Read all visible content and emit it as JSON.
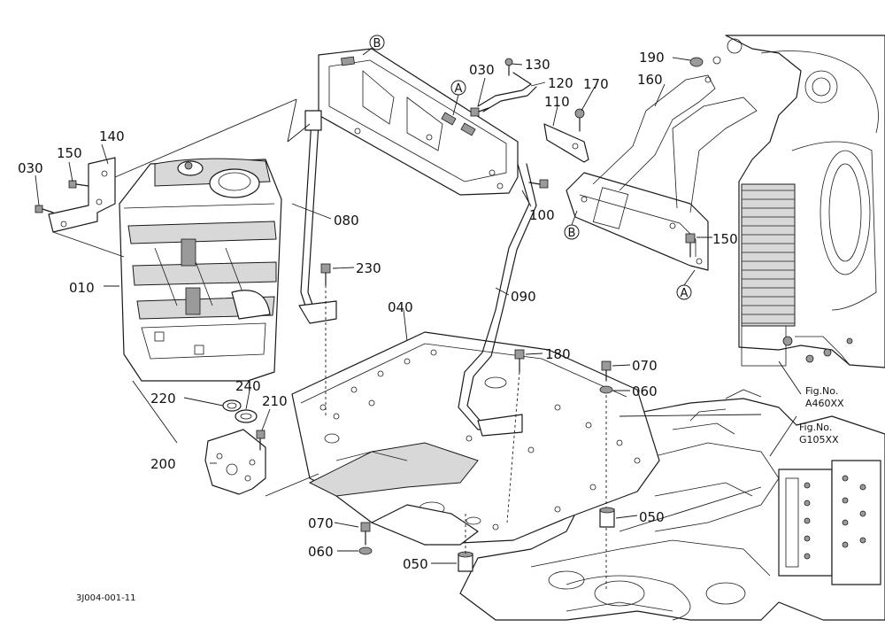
{
  "diagram_code": "3J004-001-11",
  "reference_markers": [
    "A",
    "B"
  ],
  "figure_references": [
    {
      "line1": "Fig.No.",
      "line2": "A460XX"
    },
    {
      "line1": "Fig.No.",
      "line2": "G105XX"
    }
  ],
  "callouts": {
    "c010": "010",
    "c030a": "030",
    "c030b": "030",
    "c040": "040",
    "c050a": "050",
    "c050b": "050",
    "c060a": "060",
    "c060b": "060",
    "c070a": "070",
    "c070b": "070",
    "c080": "080",
    "c090": "090",
    "c100": "100",
    "c110": "110",
    "c120": "120",
    "c130": "130",
    "c140": "140",
    "c150a": "150",
    "c150b": "150",
    "c160": "160",
    "c170": "170",
    "c180": "180",
    "c190": "190",
    "c200": "200",
    "c210": "210",
    "c220": "220",
    "c230": "230",
    "c240": "240"
  }
}
